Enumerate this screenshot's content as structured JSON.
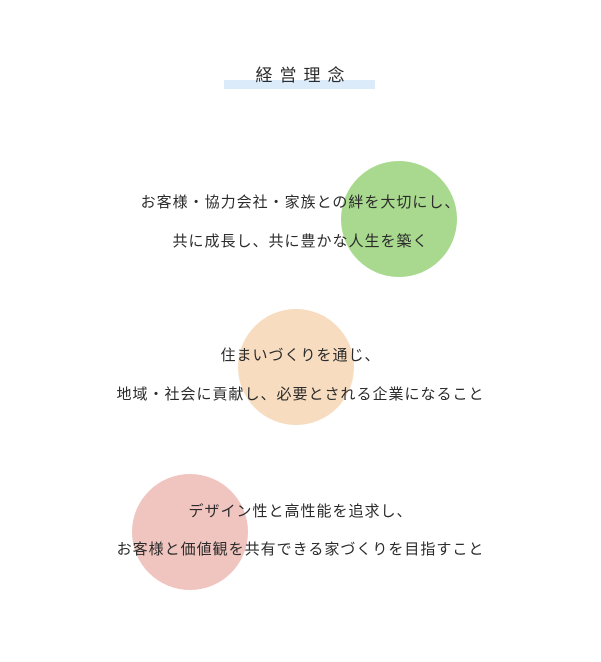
{
  "heading": {
    "title": "経営理念"
  },
  "colors": {
    "title_underline": "#dcebfa",
    "circle_green": "#a8d98e",
    "circle_peach": "#f7dcc0",
    "circle_pink": "#f0c4bf",
    "text": "#2b2b2b"
  },
  "philosophies": [
    {
      "lines": [
        "お客様・協力会社・家族との絆を大切にし、",
        "共に成長し、共に豊かな人生を築く"
      ]
    },
    {
      "lines": [
        "住まいづくりを通じ、",
        "地域・社会に貢献し、必要とされる企業になること"
      ]
    },
    {
      "lines": [
        "デザイン性と高性能を追求し、",
        "お客様と価値観を共有できる家づくりを目指すこと"
      ]
    }
  ]
}
